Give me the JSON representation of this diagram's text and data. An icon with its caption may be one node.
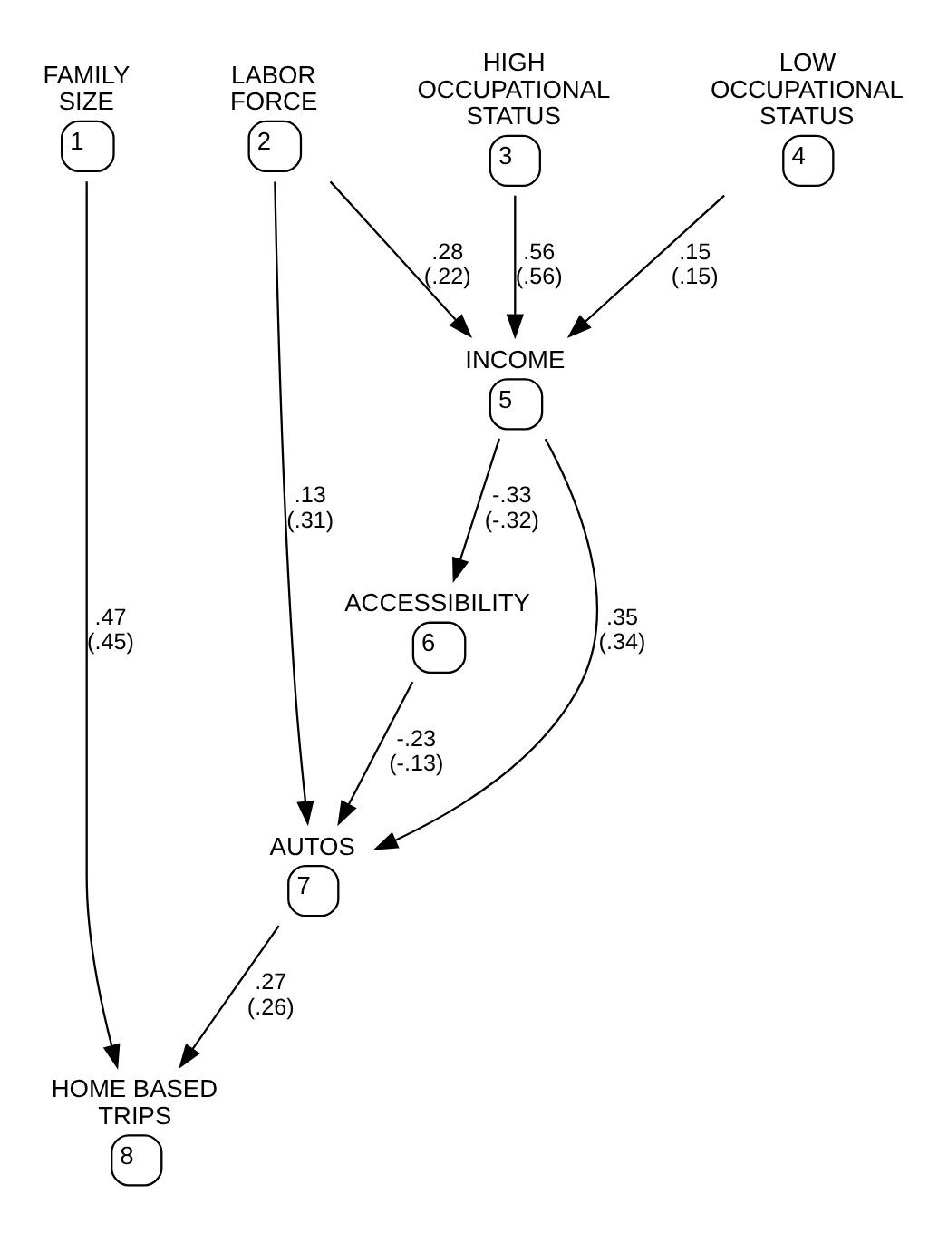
{
  "diagram": {
    "nodes": [
      {
        "text": [
          "FAMILY SIZE",
          "1"
        ]
      },
      {
        "text": [
          "LABOR FORCE",
          "2"
        ]
      },
      {
        "text": [
          "HIGH OCCUPATIONAL STATUS",
          "3"
        ]
      },
      {
        "text": [
          "LOW OCCUPATIONAL STATUS",
          "4"
        ]
      },
      {
        "text": [
          "INCOME",
          "5"
        ]
      },
      {
        "text": [
          "ACCESSIBILITY",
          "6"
        ]
      },
      {
        "text": [
          "AUTOS",
          "7"
        ]
      },
      {
        "text": [
          "HOME BASED TRIPS",
          "8"
        ]
      }
    ],
    "edges": [
      {
        "from": 0,
        "to": 7,
        "arrow": "to",
        "label": ".47 (.45)"
      },
      {
        "from": 1,
        "to": 4,
        "arrow": "to",
        "label": ".28 (.22)"
      },
      {
        "from": 2,
        "to": 4,
        "arrow": "to",
        "label": ".56 (.56)"
      },
      {
        "from": 3,
        "to": 4,
        "arrow": "to",
        "label": ".15 (.15)"
      },
      {
        "from": 1,
        "to": 6,
        "arrow": "to",
        "label": ".13 (.31)"
      },
      {
        "from": 4,
        "to": 6,
        "arrow": "to",
        "label": ".35 (.34)"
      },
      {
        "from": 4,
        "to": 5,
        "arrow": "to",
        "label": "-.33 (-.32)"
      },
      {
        "from": 5,
        "to": 6,
        "arrow": "to",
        "label": "-.23 (-.13)"
      },
      {
        "from": 6,
        "to": 7,
        "arrow": "to",
        "label": ".27 (.26)"
      }
    ]
  }
}
